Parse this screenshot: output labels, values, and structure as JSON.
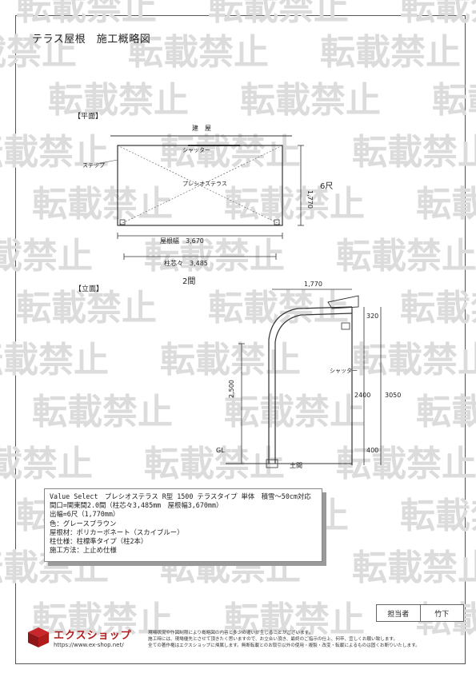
{
  "page_title": "テラス屋根　施工概略図",
  "watermark_text": "転載禁止",
  "plan": {
    "heading": "【平面】",
    "label_building": "建　屋",
    "label_shutter": "シャッター",
    "label_step": "ステップ",
    "label_product": "プレシオステラス",
    "label_width_roof": "屋根幅　3,670",
    "label_width_post": "柱芯々　3,485",
    "label_depth": "1,770",
    "label_depth_count": "6尺",
    "label_span_count": "2間"
  },
  "elevation": {
    "heading": "【立面】",
    "label_projection": "1,770",
    "label_top": "320",
    "label_shutter": "シャッター",
    "label_height_2400": "2400",
    "label_height_3050": "3050",
    "label_post_height": "2,500",
    "label_bottom": "400",
    "label_gl": "GL",
    "label_soil": "土間"
  },
  "spec": {
    "line1": "Value Select　プレシオステラス R型 1500 テラスタイプ 単体　積雪～50cm対応",
    "line2": "間口=関東間2.0間（柱芯々3,485mm　屋根幅3,670mm）",
    "line3": "出幅=6尺（1,770mm）",
    "line4": "色：グレースブラウン",
    "line5": "屋根材：ポリカーボネート（スカイブルー）",
    "line6": "柱仕様：柱標準タイプ（柱2本）",
    "line7": "施工方法：上止め仕様"
  },
  "staff": {
    "label": "担当者",
    "name": "竹下"
  },
  "logo": {
    "name": "エクスショップ",
    "url": "https://www.ex-shop.net/"
  },
  "disclaimer": {
    "line1": "現場状況や作図制限により概略図の内容と多少の違いが生じることがございます。",
    "line2": "施工時には、現場優先とさせて頂きたく思いますので、お立合い頂き、最終のご指示の仕上、何卒、宜しくお願い致します。",
    "line3": "全ての著作権はエクスショップに帰属します。無断転載とのお取引以外の使用・複製・改変・転載によるものは固くお断りいたします。"
  },
  "colors": {
    "logo_red": "#b01c1c",
    "watermark": "#dcdcdc",
    "line": "#333333"
  }
}
